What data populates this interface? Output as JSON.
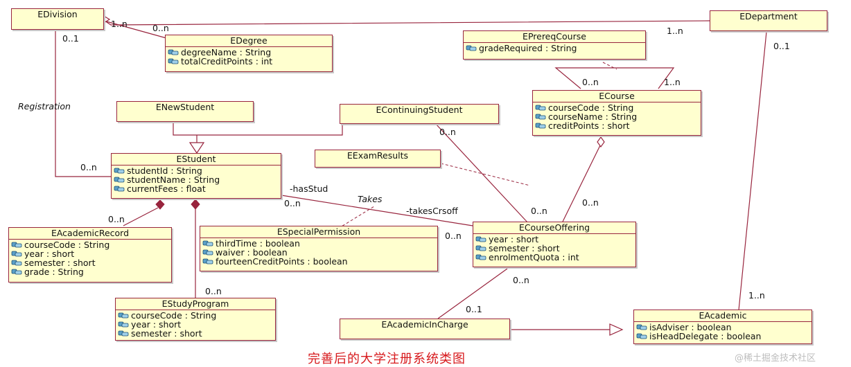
{
  "classes": {
    "edivision": {
      "name": "EDivision",
      "attributes": []
    },
    "edegree": {
      "name": "EDegree",
      "attributes": [
        "degreeName : String",
        "totalCreditPoints : int"
      ]
    },
    "edepartment": {
      "name": "EDepartment",
      "attributes": []
    },
    "eprereqcourse": {
      "name": "EPrereqCourse",
      "attributes": [
        "gradeRequired : String"
      ]
    },
    "ecourse": {
      "name": "ECourse",
      "attributes": [
        "courseCode : String",
        "courseName : String",
        "creditPoints : short"
      ]
    },
    "enewstudent": {
      "name": "ENewStudent",
      "attributes": []
    },
    "econtinuingstudent": {
      "name": "EContinuingStudent",
      "attributes": []
    },
    "eexamresults": {
      "name": "EExamResults",
      "attributes": []
    },
    "estudent": {
      "name": "EStudent",
      "attributes": [
        "studentId : String",
        "studentName : String",
        "currentFees : float"
      ]
    },
    "eacademicrecord": {
      "name": "EAcademicRecord",
      "attributes": [
        "courseCode : String",
        "year : short",
        "semester : short",
        "grade : String"
      ]
    },
    "especialpermission": {
      "name": "ESpecialPermission",
      "attributes": [
        "thirdTime : boolean",
        "waiver : boolean",
        "fourteenCreditPoints : boolean"
      ]
    },
    "ecourseoffering": {
      "name": "ECourseOffering",
      "attributes": [
        "year : short",
        "semester : short",
        "enrolmentQuota : int"
      ]
    },
    "estudyprogram": {
      "name": "EStudyProgram",
      "attributes": [
        "courseCode : String",
        "year : short",
        "semester : short"
      ]
    },
    "eacademicincharge": {
      "name": "EAcademicInCharge",
      "attributes": []
    },
    "eacademic": {
      "name": "EAcademic",
      "attributes": [
        "isAdviser : boolean",
        "isHeadDelegate : boolean"
      ]
    }
  },
  "labels": {
    "div_dept_mult_left": "1..n",
    "div_deg_mult": "0..n",
    "dept_div_mult": "1..n",
    "div_reg_mult": "0..1",
    "registration": "Registration",
    "stud_reg_mult": "0..n",
    "prereq_left_mult": "0..n",
    "prereq_right_mult": "1..n",
    "cont_stud_mult": "0..n",
    "has_stud": "-hasStud",
    "has_stud_mult": "0..n",
    "takes": "Takes",
    "takes_crs_off": "-takesCrsoff",
    "takes_off_mult": "0..n",
    "course_off_mult": "0..n",
    "academic_record_mult": "0..n",
    "perm_off_mult": "0..n",
    "study_program_mult": "0..n",
    "off_incharge_top_mult": "0..n",
    "off_incharge_bottom_mult": "0..1",
    "dept_top_mult": "0..1",
    "academic_dept_mult": "1..n"
  },
  "caption": "完善后的大学注册系统类图",
  "watermark": "@稀土掘金技术社区",
  "colors": {
    "line": "#98243d",
    "fill": "#ffffcf",
    "caption": "#d7191c"
  }
}
